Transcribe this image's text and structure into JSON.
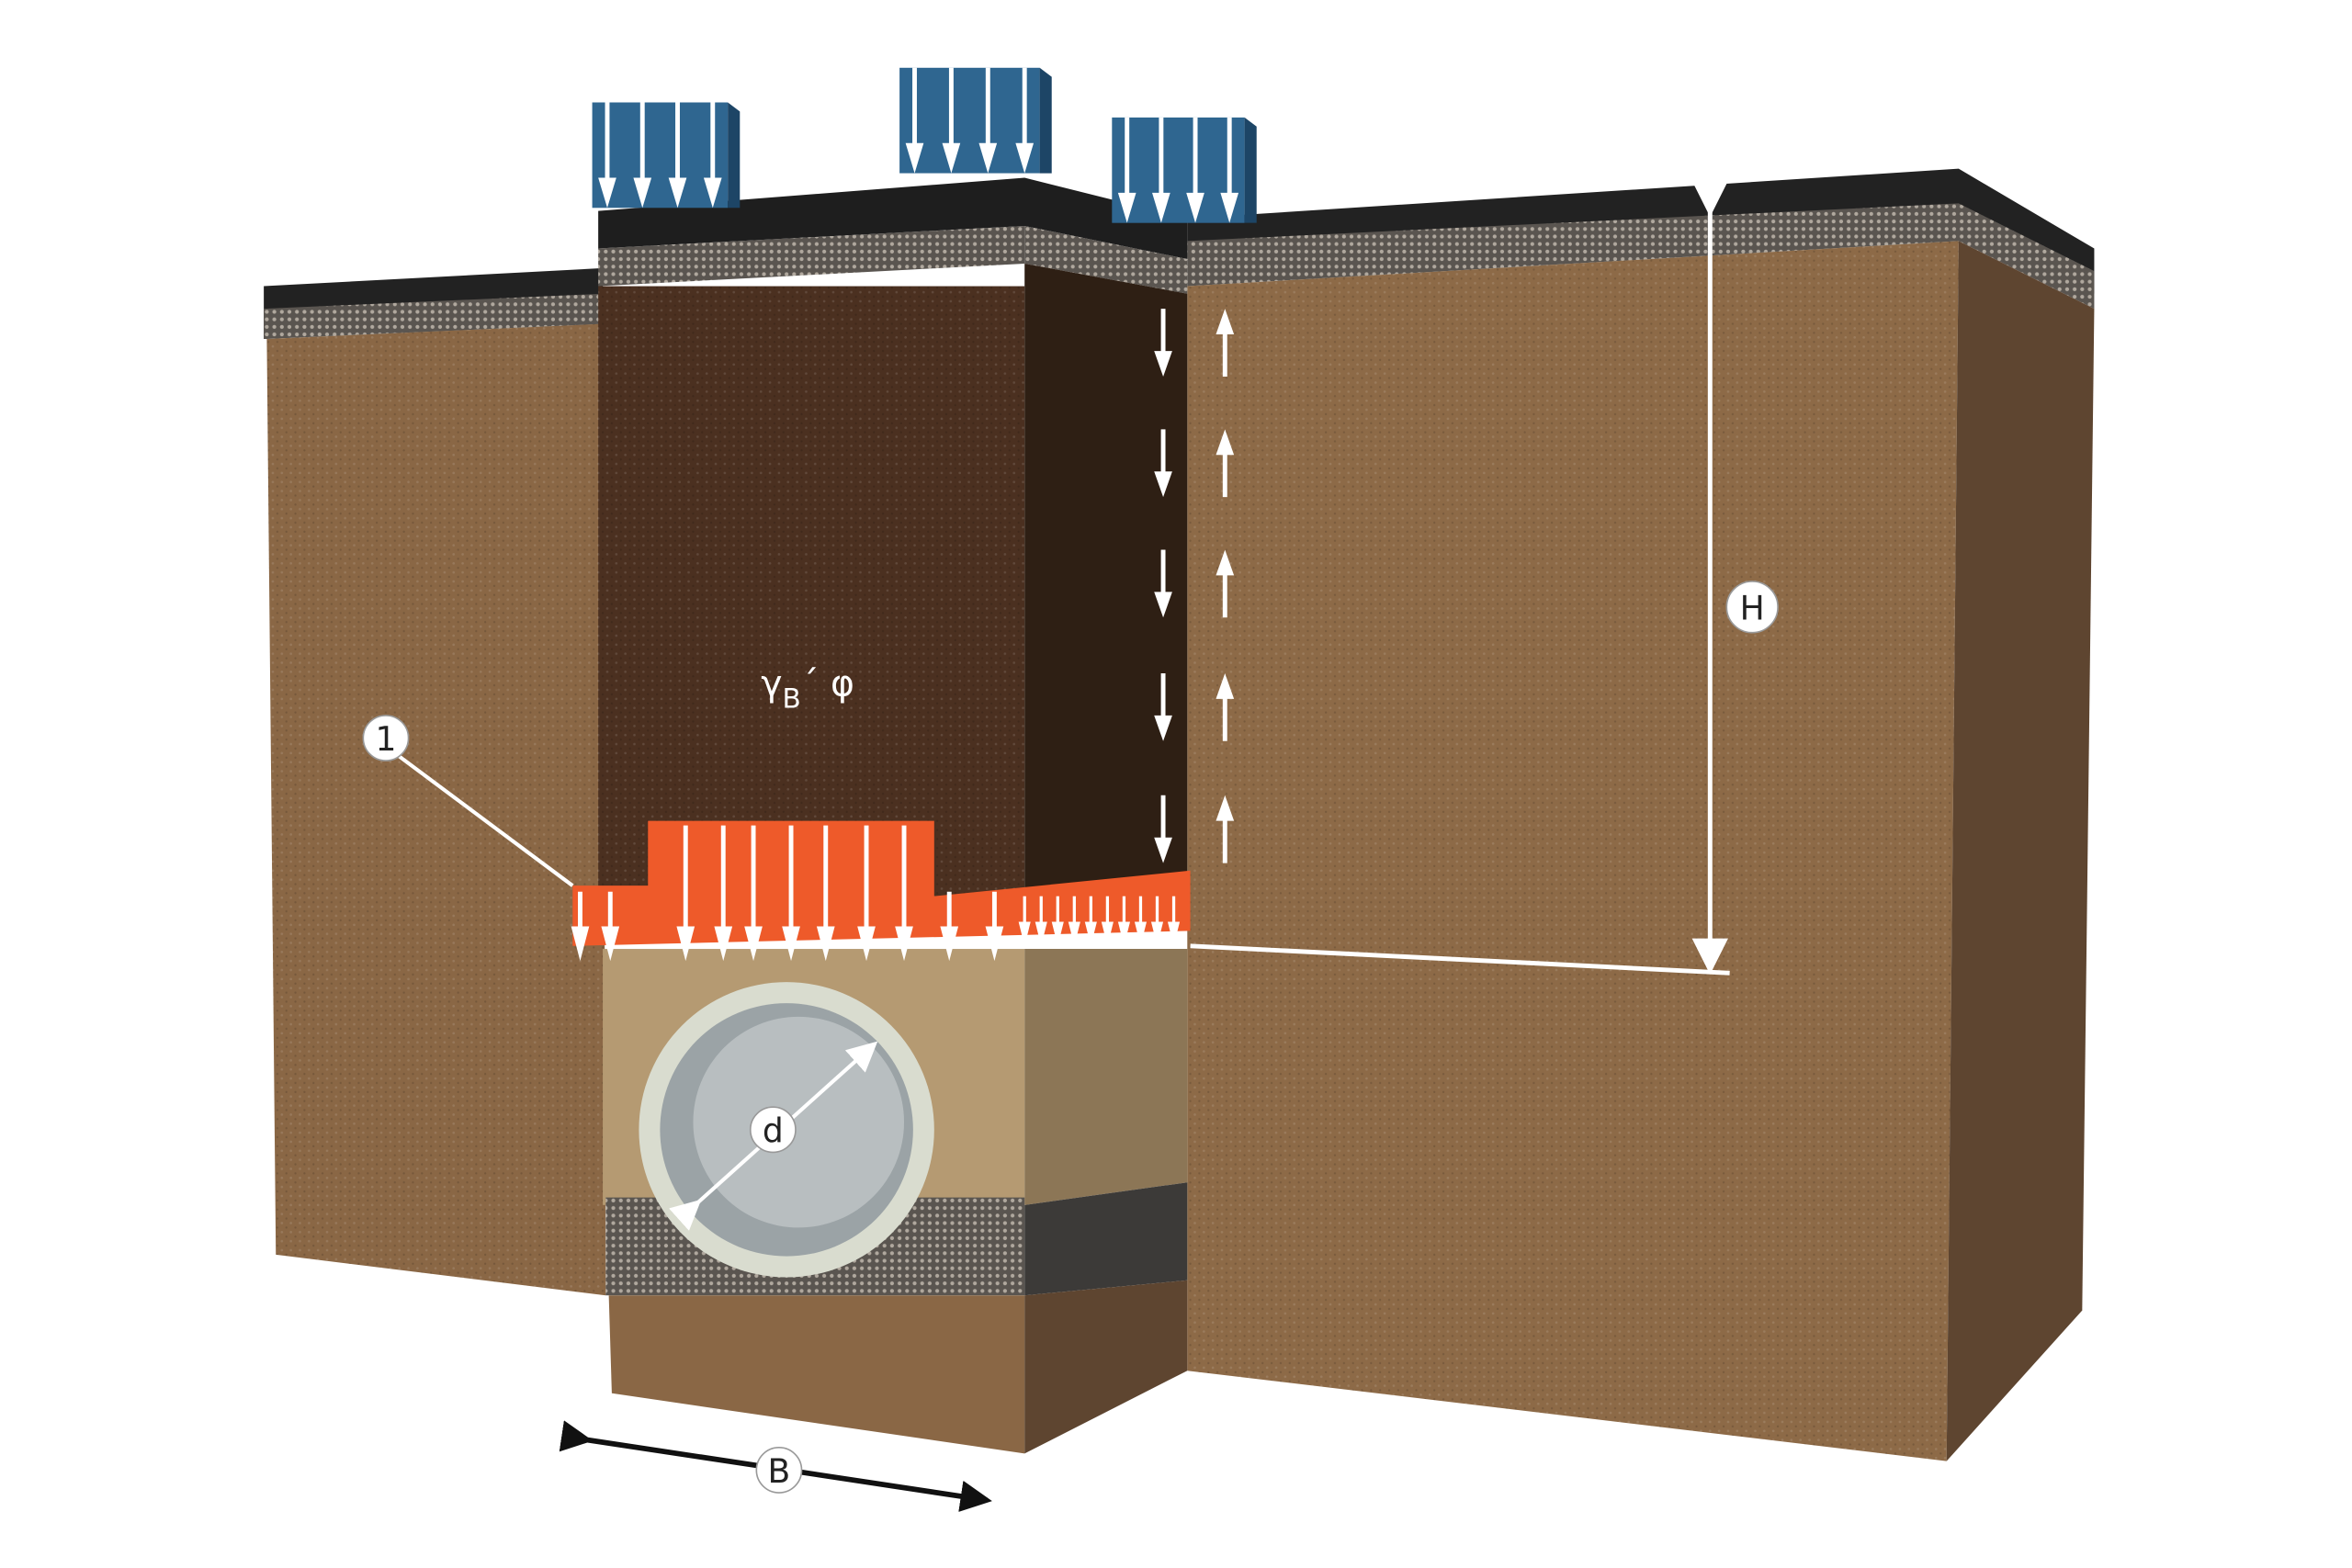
{
  "labels": {
    "marker_1": "1",
    "soil_gamma": "γ",
    "soil_gamma_sub": "B",
    "soil_phi": "´ φ",
    "height": "H",
    "diameter": "d",
    "width": "B"
  },
  "colors": {
    "soil": "#8a6745",
    "soil_dark": "#4a3220",
    "backfill": "#4b3020",
    "asphalt": "#222222",
    "gravel": "#8a8078",
    "load": "#ee5a2a",
    "traffic_load": "#2f6690",
    "sand": "#b59a72",
    "pipe": "#c9ccca"
  }
}
